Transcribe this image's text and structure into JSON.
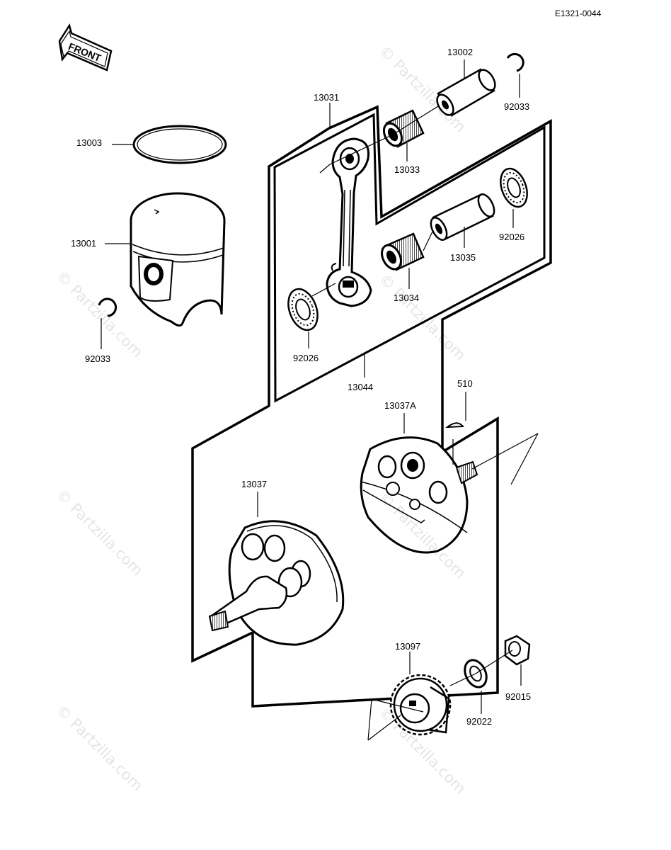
{
  "diagram_code": "E1321-0044",
  "front_label": "FRONT",
  "watermark": "© Partzilla.com",
  "parts": {
    "p13002": "13002",
    "p92033a": "92033",
    "p13031": "13031",
    "p13003": "13003",
    "p13033": "13033",
    "p13001": "13001",
    "p92026a": "92026",
    "p13035": "13035",
    "p13034": "13034",
    "p92033b": "92033",
    "p92026b": "92026",
    "p13044": "13044",
    "p510": "510",
    "p13037A": "13037A",
    "p13037": "13037",
    "p13097": "13097",
    "p92015": "92015",
    "p92022": "92022"
  }
}
